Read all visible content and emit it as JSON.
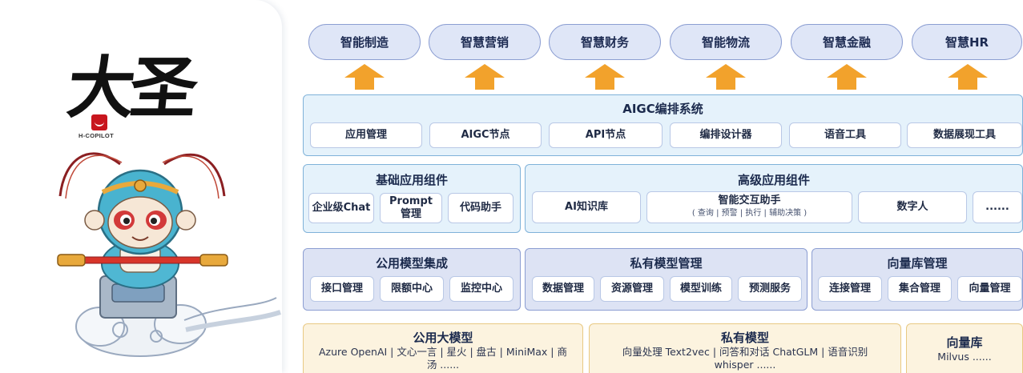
{
  "brand": {
    "logo_text": "大圣",
    "product_name": "H-COPILOT"
  },
  "top_scenarios": [
    "智能制造",
    "智慧营销",
    "智慧财务",
    "智能物流",
    "智慧金融",
    "智慧HR"
  ],
  "aigc_orchestration": {
    "title": "AIGC编排系统",
    "items": [
      "应用管理",
      "AIGC节点",
      "API节点",
      "编排设计器",
      "语音工具",
      "数据展现工具"
    ]
  },
  "basic_components": {
    "title": "基础应用组件",
    "items": [
      "企业级Chat",
      "Prompt管理",
      "代码助手"
    ]
  },
  "advanced_components": {
    "title": "高级应用组件",
    "knowledge_base": "AI知识库",
    "assistant": {
      "label": "智能交互助手",
      "sublabel": "( 查询 | 预警 | 执行 | 辅助决策 )"
    },
    "digital_human": "数字人",
    "more": "......"
  },
  "public_model_integration": {
    "title": "公用模型集成",
    "items": [
      "接口管理",
      "限额中心",
      "监控中心"
    ]
  },
  "private_model_management": {
    "title": "私有模型管理",
    "items": [
      "数据管理",
      "资源管理",
      "模型训练",
      "预测服务"
    ]
  },
  "vector_db_management": {
    "title": "向量库管理",
    "items": [
      "连接管理",
      "集合管理",
      "向量管理"
    ]
  },
  "public_llm": {
    "title": "公用大模型",
    "desc_line1": "Azure OpenAI | 文心一言 | 星火 | 盘古 | MiniMax | 商",
    "desc_line2": "汤 ......"
  },
  "private_models": {
    "title": "私有模型",
    "desc_line1": "向量处理 Text2vec | 问答和对话 ChatGLM | 语音识别",
    "desc_line2": "whisper ......"
  },
  "vector_db": {
    "title": "向量库",
    "desc": "Milvus ......"
  },
  "colors": {
    "arrow": "#f2a22c",
    "pill_fill": "#dfe6f7",
    "blue_panel": "#e5f2fb",
    "indigo_panel": "#dde3f4",
    "cream_panel": "#fcf3df",
    "seal_red": "#c8161e"
  }
}
